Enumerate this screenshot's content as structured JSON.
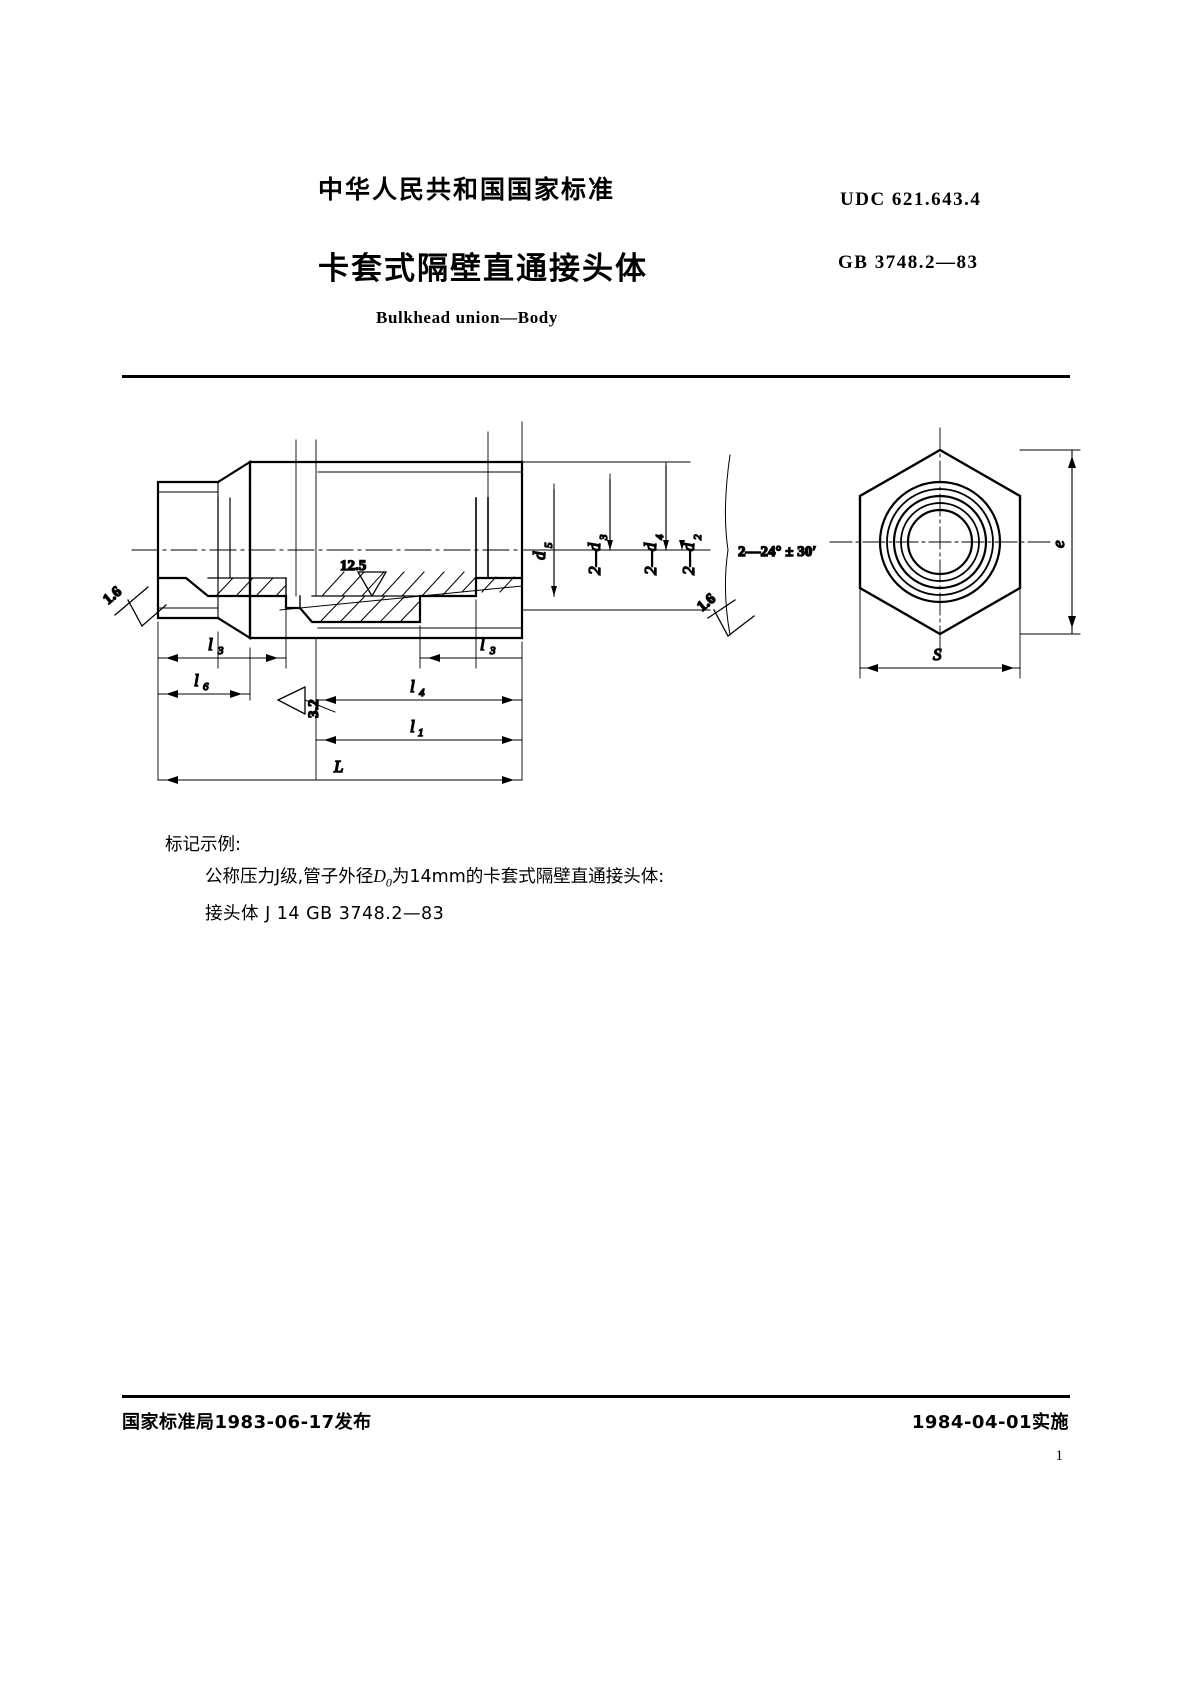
{
  "header": {
    "cn_standard": "中华人民共和国国家标准",
    "udc": "UDC  621.643.4",
    "title": "卡套式隔壁直通接头体",
    "gb_code": "GB  3748.2—83",
    "subtitle": "Bulkhead union—Body"
  },
  "drawing": {
    "dimensions": {
      "d5": "d",
      "d5_sub": "5",
      "d3": "2—d",
      "d3_sub": "3",
      "d4": "2—d",
      "d4_sub": "4",
      "d2": "2—d",
      "d2_sub": "2",
      "angle": "2—24° ± 30′",
      "l3_left": "l",
      "l3_left_sub": "3",
      "l3_right": "l",
      "l3_right_sub": "3",
      "l6": "l",
      "l6_sub": "6",
      "l4": "l",
      "l4_sub": "4",
      "l1": "l",
      "l1_sub": "1",
      "L": "L",
      "e": "e",
      "S": "S"
    },
    "surface_finishes": {
      "ra_1_6_left": "1.6",
      "ra_1_6_right": "1.6",
      "ra_12_5": "12.5",
      "ra_3_2": "3.2"
    }
  },
  "marking_example": {
    "heading": "标记示例:",
    "line1_a": "公称压力J级,管子外径",
    "line1_D": "D",
    "line1_D_sub": "0",
    "line1_b": "为14mm的卡套式隔壁直通接头体:",
    "line2": "接头体   J 14   GB  3748.2—83"
  },
  "footer": {
    "issue": "国家标准局1983-06-17发布",
    "effective": "1984-04-01实施",
    "page_number": "1"
  }
}
